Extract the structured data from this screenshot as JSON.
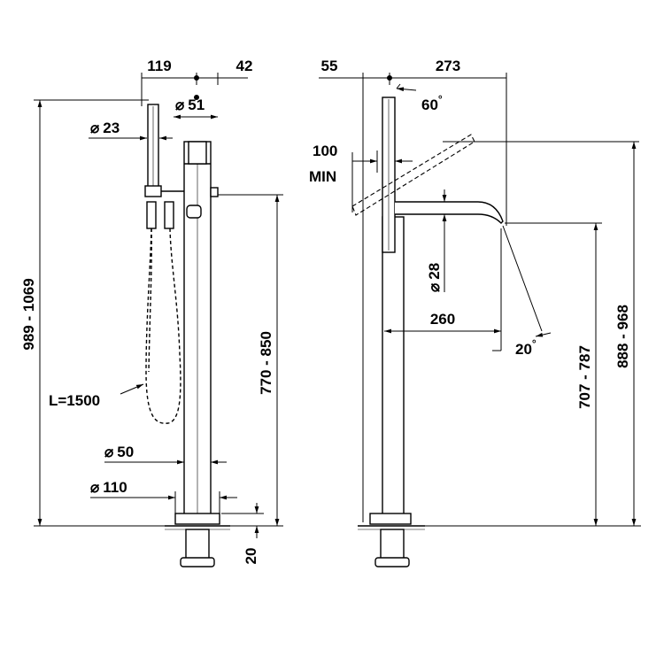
{
  "left_view": {
    "dim_top_left": "119",
    "dim_top_right": "42",
    "dia_outlet": "23",
    "dia_body_top": "51",
    "dim_height_total": "989 - 1069",
    "dim_height_spout": "770 - 850",
    "hose_length": "L=1500",
    "dia_tube": "50",
    "dia_base": "110",
    "dim_base_offset": "20"
  },
  "right_view": {
    "dim_top_left": "55",
    "dim_top_right": "273",
    "angle_lever": "60",
    "min_clearance_value": "100",
    "min_clearance_label": "MIN",
    "dia_spout": "28",
    "dim_spout_reach": "260",
    "angle_spout": "20",
    "dim_height_spout": "707 - 787",
    "dim_height_total": "888 - 968"
  },
  "symbols": {
    "diameter": "⌀",
    "degree": "°"
  }
}
